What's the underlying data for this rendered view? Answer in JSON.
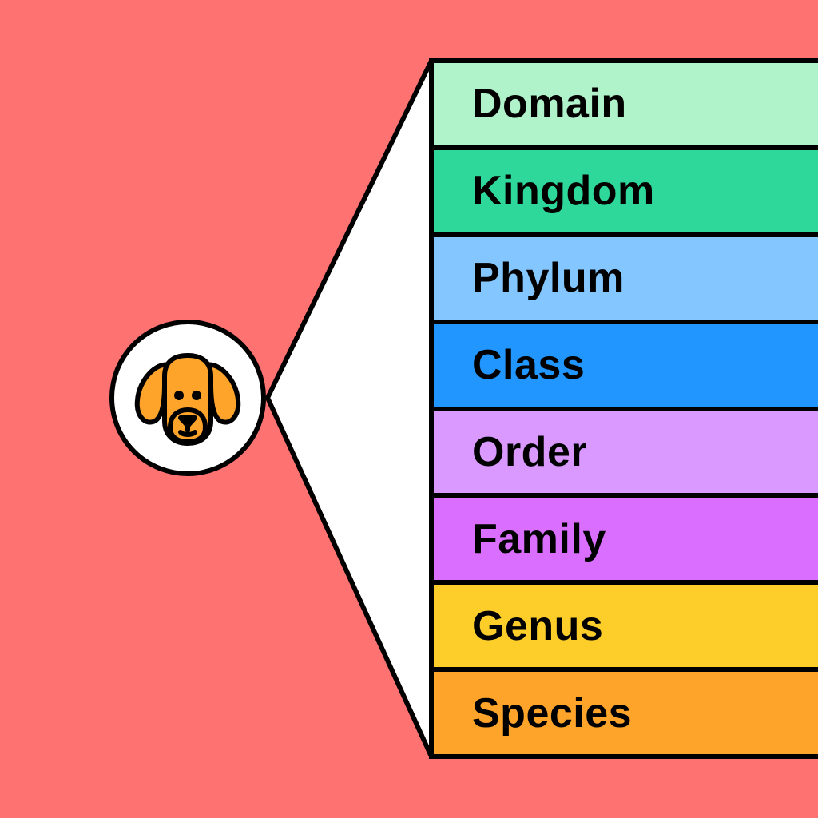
{
  "colors": {
    "background": "#ff7272",
    "icon_fill": "#ffa42a",
    "outline": "#000000"
  },
  "focus": {
    "icon": "dog-face-icon"
  },
  "ranks": [
    {
      "label": "Domain",
      "color": "#b0f2c9"
    },
    {
      "label": "Kingdom",
      "color": "#2ed89a"
    },
    {
      "label": "Phylum",
      "color": "#84c6ff"
    },
    {
      "label": "Class",
      "color": "#2196ff"
    },
    {
      "label": "Order",
      "color": "#d999ff"
    },
    {
      "label": "Family",
      "color": "#d96eff"
    },
    {
      "label": "Genus",
      "color": "#fdce2a"
    },
    {
      "label": "Species",
      "color": "#ffa42a"
    }
  ]
}
